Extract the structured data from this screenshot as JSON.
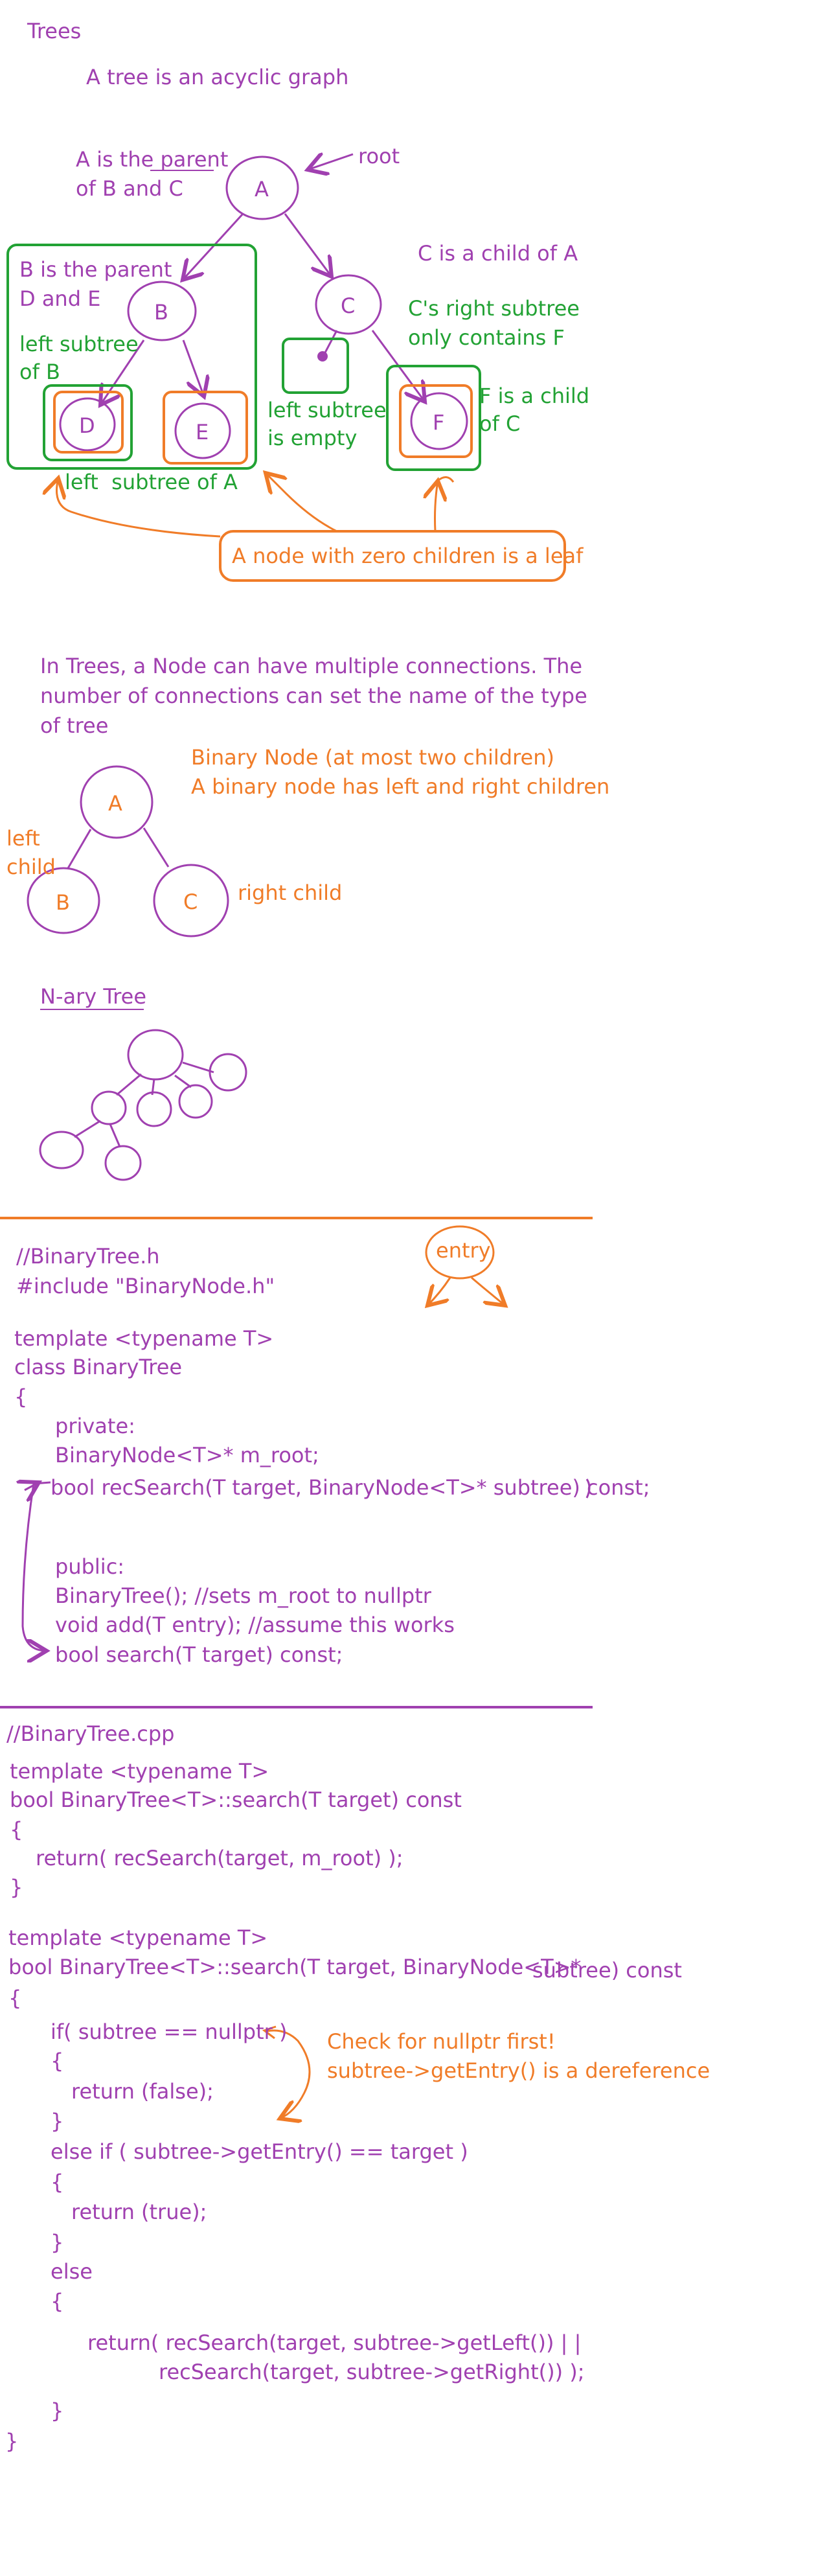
{
  "header": {
    "title": "Trees",
    "subtitle": "A tree is an acyclic graph"
  },
  "tree_diagram": {
    "annotation_parent_line1": "A is the",
    "annotation_parent_word": "parent",
    "annotation_parent_line2": "of B and C",
    "annotation_root": "root",
    "annotation_child_of_a": "C is a child of A",
    "annotation_b_parent_line1": "B is the parent",
    "annotation_b_parent_line2": "D and E",
    "annotation_left_subtree_b_line1": "left subtree",
    "annotation_left_subtree_b_line2": "of B",
    "annotation_c_right_subtree_line1": "C's right subtree",
    "annotation_c_right_subtree_line2": "only contains F",
    "annotation_left_subtree_empty_line1": "left subtree",
    "annotation_left_subtree_empty_line2": "is empty",
    "annotation_f_child_line1": "F is a child",
    "annotation_f_child_line2": "of C",
    "annotation_left_subtree_a": "left  subtree of A",
    "leaf_box": "A node with zero children is a leaf",
    "nodes": [
      "A",
      "B",
      "C",
      "D",
      "E",
      "F"
    ]
  },
  "node_types": {
    "intro_line1": "In Trees, a Node can have multiple connections. The",
    "intro_line2": "number of connections can set the name of the type",
    "intro_line3": "of tree",
    "binary_node_line1": "Binary Node (at most two children)",
    "binary_node_line2": "A binary node has left and right children",
    "left_child_line1": "left",
    "left_child_line2": "child",
    "right_child": "right child",
    "nodes": [
      "A",
      "B",
      "C"
    ],
    "nary_title": "N-ary Tree"
  },
  "header_file": {
    "entry_label": "entry",
    "lines": [
      "//BinaryTree.h",
      "#include \"BinaryNode.h\"",
      "template <typename T>",
      "class BinaryTree",
      "{",
      "private:",
      "BinaryNode<T>* m_root;",
      "bool recSearch(T target, BinaryNode<T>* subtree) const;",
      "public:",
      "BinaryTree(); //sets m_root to nullptr",
      "void add(T entry); //assume this works",
      "bool search(T target) const;"
    ]
  },
  "cpp_file": {
    "lines": [
      "//BinaryTree.cpp",
      "template <typename T>",
      "bool BinaryTree<T>::search(T target) const",
      "{",
      "return( recSearch(target, m_root) );",
      "}",
      "template <typename T>",
      "bool BinaryTree<T>::search(T target, BinaryNode<T>*",
      "subtree) const",
      "{",
      "if( subtree == nullptr )",
      "{",
      "return (false);",
      "}",
      "else if ( subtree->getEntry() == target )",
      "{",
      "return (true);",
      "}",
      "else",
      "{",
      "return( recSearch(target, subtree->getLeft()) | |",
      "recSearch(target, subtree->getRight()) );",
      "}",
      "}"
    ],
    "note_line1": "Check for nullptr first!",
    "note_line2": "subtree->getEntry() is a dereference"
  },
  "colors": {
    "purple": "#a040b0",
    "green": "#22a234",
    "orange": "#f07c28"
  }
}
